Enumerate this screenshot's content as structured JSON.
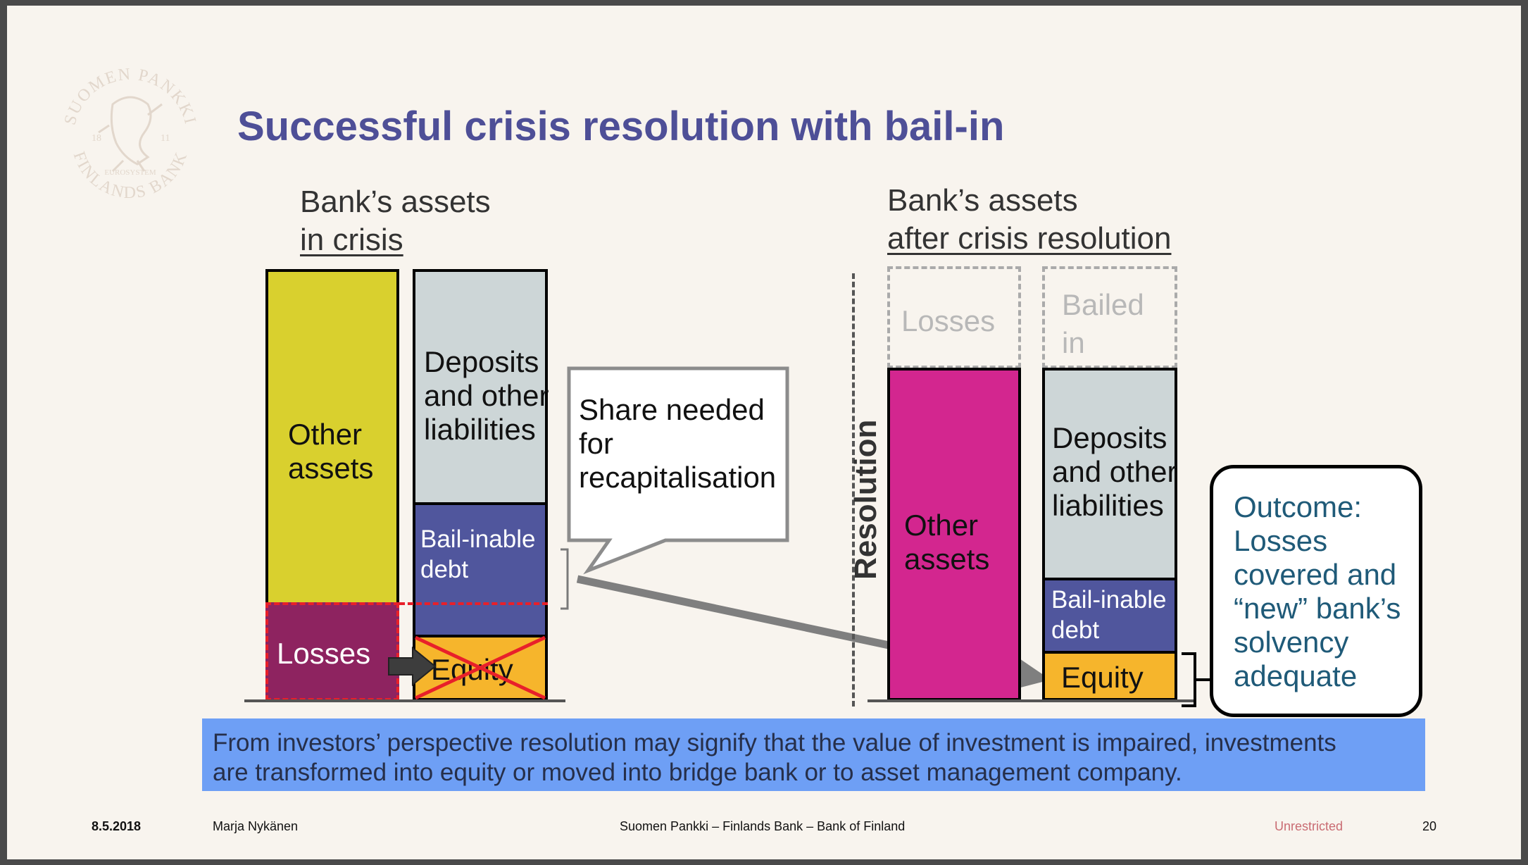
{
  "slide": {
    "title": "Successful crisis resolution with bail-in",
    "left_header": {
      "line1": "Bank’s assets",
      "line2": "in crisis"
    },
    "right_header": {
      "line1": "Bank’s assets",
      "line2": "after crisis resolution"
    },
    "left": {
      "other_assets": [
        "Other",
        "assets"
      ],
      "losses": "Losses",
      "deposits": [
        "Deposits",
        "and other",
        "liabilities"
      ],
      "bailinable": [
        "Bail-inable",
        "debt"
      ],
      "equity": "Equity"
    },
    "callout": [
      "Share needed",
      "for",
      "recapitalisation"
    ],
    "resolution_label": "Resolution",
    "right": {
      "losses_ghost": "Losses",
      "bailed_in": [
        "Bailed",
        "in"
      ],
      "other_assets": [
        "Other",
        "assets"
      ],
      "deposits": [
        "Deposits",
        "and other",
        "liabilities"
      ],
      "bailinable": [
        "Bail-inable",
        "debt"
      ],
      "equity": "Equity"
    },
    "outcome": [
      "Outcome:",
      "Losses",
      "covered and",
      "“new” bank’s",
      "solvency",
      "adequate"
    ],
    "banner": [
      "From investors’ perspective resolution may signify that the value of investment is impaired, investments",
      "are transformed into equity or moved into bridge bank or to asset management company."
    ]
  },
  "footer": {
    "date": "8.5.2018",
    "author": "Marja Nykänen",
    "org": "Suomen Pankki – Finlands Bank – Bank of Finland",
    "classification": "Unrestricted",
    "page": "20"
  },
  "logo": {
    "text_top": "SUOMEN PANKKI",
    "text_bottom": "FINLANDS BANK",
    "text_center": "EUROSYSTEM",
    "year_left": "18",
    "year_right": "11"
  },
  "colors": {
    "title": "#4e4f97",
    "other_assets_left": "#d9d02e",
    "losses_left": "#8e2360",
    "deposits": "#cdd6d7",
    "bailinable": "#50569d",
    "equity": "#f6b52c",
    "other_assets_right": "#d3268f",
    "outcome_text": "#1f5a78",
    "banner": "#6e9ff5",
    "classification": "#c96b72"
  }
}
